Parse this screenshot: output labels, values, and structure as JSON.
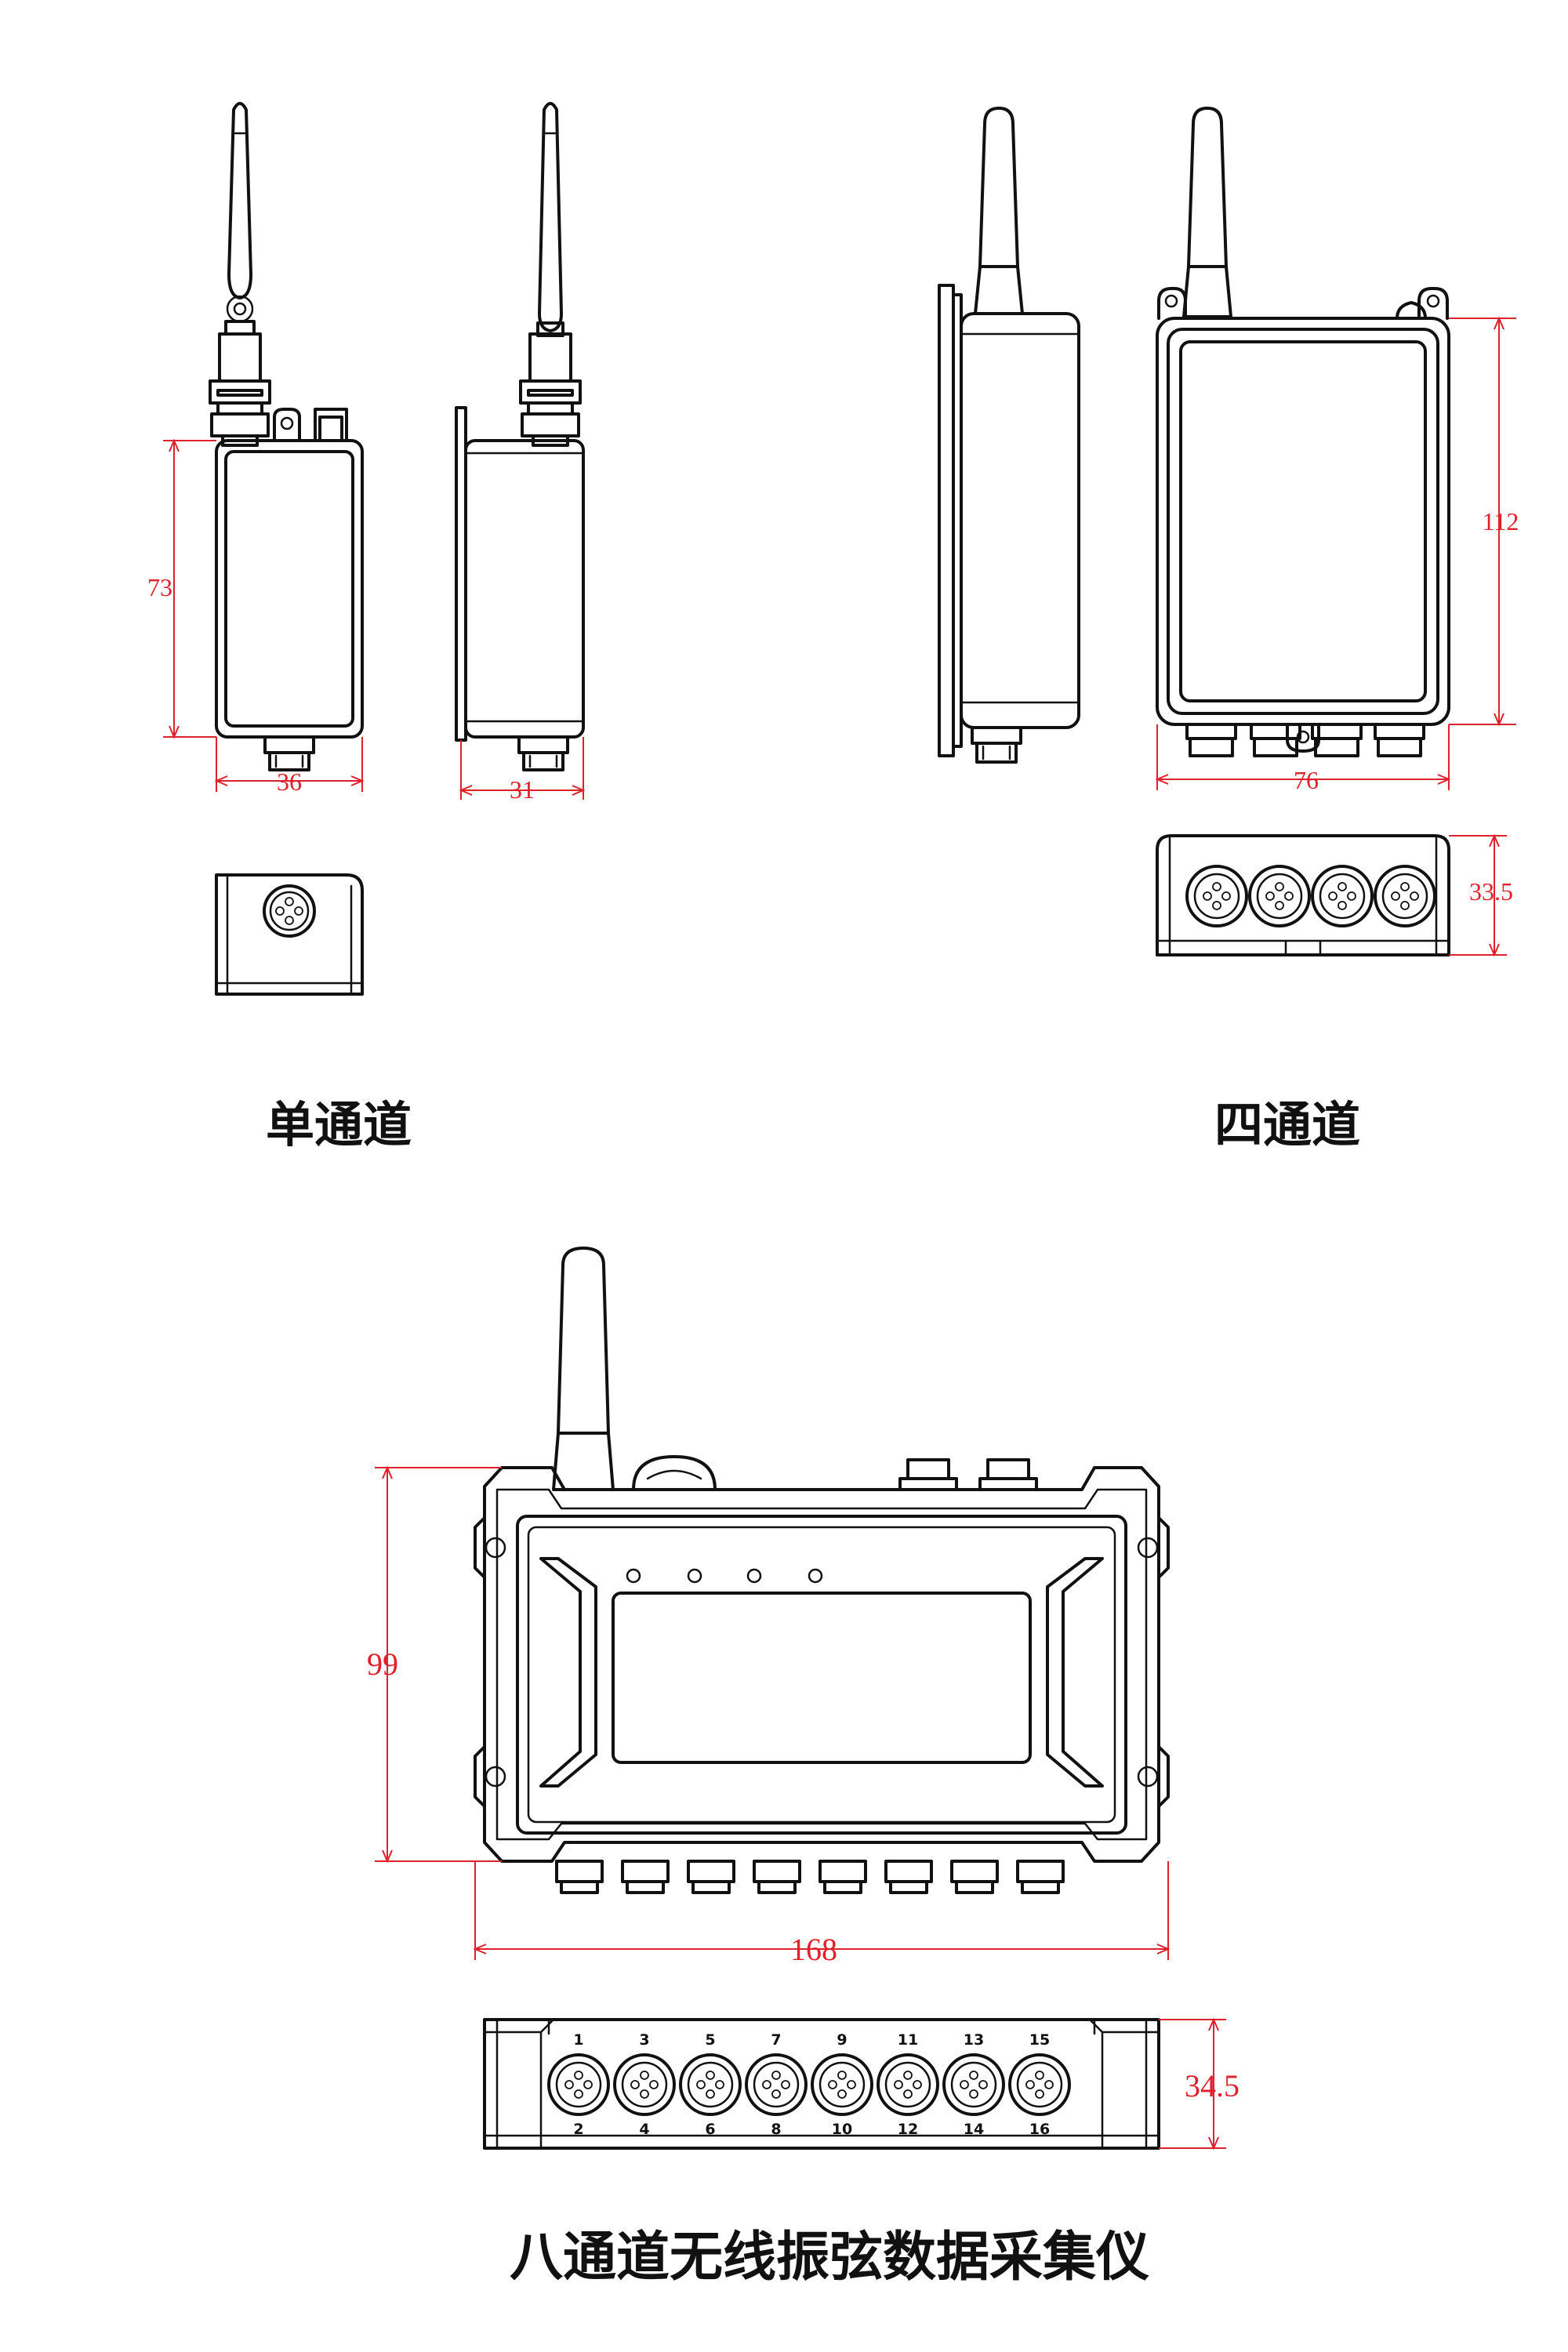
{
  "captions": {
    "single": "单通道",
    "four": "四通道",
    "eight": "八通道无线振弦数据采集仪"
  },
  "dimensions": {
    "single_height": "73",
    "single_width": "36",
    "single_depth": "31",
    "four_height": "112",
    "four_width": "76",
    "four_depth": "33.5",
    "eight_height": "99",
    "eight_width": "168",
    "eight_depth": "34.5"
  },
  "connector_labels": {
    "top": [
      "1",
      "3",
      "5",
      "7",
      "9",
      "11",
      "13",
      "15"
    ],
    "bottom": [
      "2",
      "4",
      "6",
      "8",
      "10",
      "12",
      "14",
      "16"
    ]
  },
  "colors": {
    "outline": "#111111",
    "dimension": "#e0202a"
  }
}
